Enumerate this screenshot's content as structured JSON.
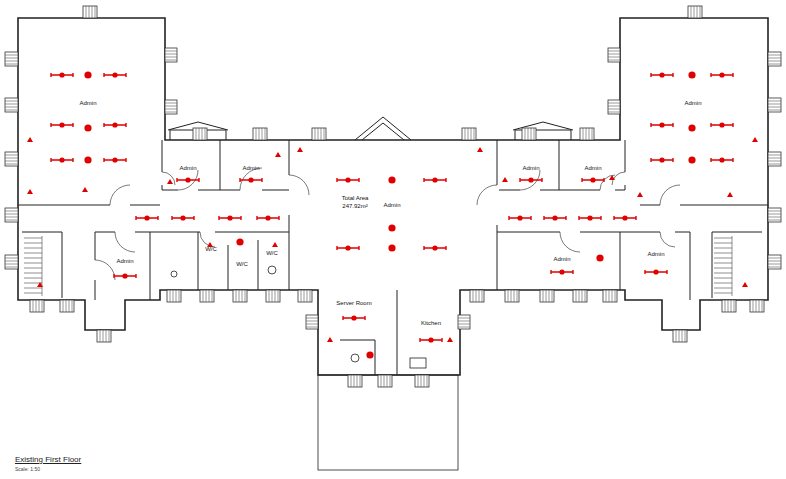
{
  "diagram": {
    "title": "Existing First Floor",
    "caption": "Scale: 1:50",
    "nodes": [
      {
        "text": [
          "Admin"
        ]
      },
      {
        "text": [
          "Admin"
        ]
      },
      {
        "text": [
          "Admin"
        ]
      },
      {
        "text": [
          "Admin"
        ]
      },
      {
        "text": [
          "Admin"
        ]
      },
      {
        "text": [
          "Admin"
        ]
      },
      {
        "text": [
          "Total Area",
          "247.92m²",
          "Admin"
        ]
      },
      {
        "text": [
          "W/C"
        ]
      },
      {
        "text": [
          "W/C"
        ]
      },
      {
        "text": [
          "Admin"
        ]
      },
      {
        "text": [
          "Admin"
        ]
      },
      {
        "text": [
          "Admin"
        ]
      },
      {
        "text": [
          "W/C"
        ]
      },
      {
        "text": [
          "Server Room"
        ]
      },
      {
        "text": [
          "Kitchen"
        ]
      }
    ]
  }
}
